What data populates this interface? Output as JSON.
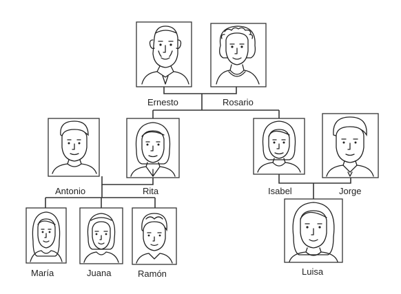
{
  "family_tree": {
    "people": {
      "ernesto": {
        "name": "Ernesto",
        "icon": "grandfather-portrait-icon"
      },
      "rosario": {
        "name": "Rosario",
        "icon": "grandmother-portrait-icon"
      },
      "antonio": {
        "name": "Antonio",
        "icon": "man-portrait-icon"
      },
      "rita": {
        "name": "Rita",
        "icon": "woman-portrait-icon"
      },
      "isabel": {
        "name": "Isabel",
        "icon": "woman-portrait-icon"
      },
      "jorge": {
        "name": "Jorge",
        "icon": "man-portrait-icon"
      },
      "maria": {
        "name": "María",
        "icon": "girl-portrait-icon"
      },
      "juana": {
        "name": "Juana",
        "icon": "girl-portrait-icon"
      },
      "ramon": {
        "name": "Ramón",
        "icon": "boy-portrait-icon"
      },
      "luisa": {
        "name": "Luisa",
        "icon": "girl-portrait-icon"
      }
    },
    "couples": [
      {
        "partners": [
          "ernesto",
          "rosario"
        ],
        "children": [
          "rita",
          "isabel"
        ]
      },
      {
        "partners": [
          "antonio",
          "rita"
        ],
        "children": [
          "maria",
          "juana",
          "ramon"
        ]
      },
      {
        "partners": [
          "isabel",
          "jorge"
        ],
        "children": [
          "luisa"
        ]
      }
    ],
    "colors": {
      "ink": "#222222",
      "frame": "#333333",
      "background": "#ffffff"
    }
  }
}
